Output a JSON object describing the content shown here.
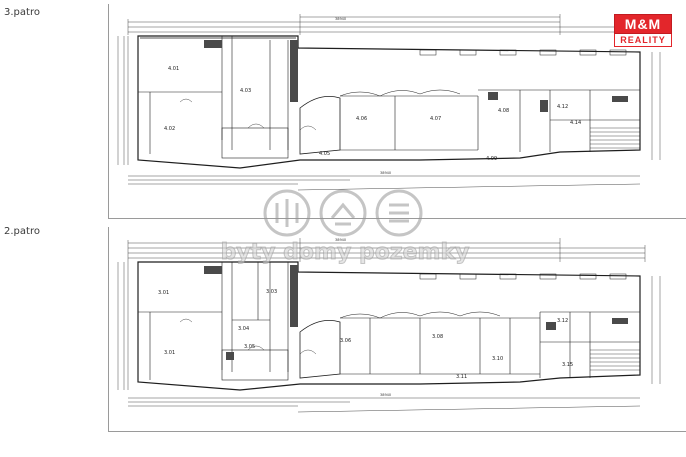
{
  "floors": [
    {
      "label": "3.patro",
      "rooms": [
        "4.01",
        "4.02",
        "4.03",
        "4.05",
        "4.06",
        "4.07",
        "4.08",
        "4.09",
        "4.12",
        "4.14"
      ],
      "top_dim": "38940",
      "bottom_dim": "38940"
    },
    {
      "label": "2.patro",
      "rooms": [
        "3.01",
        "3.01",
        "3.03",
        "3.04",
        "3.05",
        "3.06",
        "3.08",
        "3.10",
        "3.11",
        "3.12",
        "3.15"
      ],
      "top_dim": "38940",
      "bottom_dim": "38940"
    }
  ],
  "logo": {
    "top": "M&M",
    "bottom": "REALITY"
  },
  "watermark": "byty domy pozemky",
  "colors": {
    "line": "#1e1e1e",
    "hatch": "#4a4a4a",
    "logo_red": "#e3262b"
  }
}
